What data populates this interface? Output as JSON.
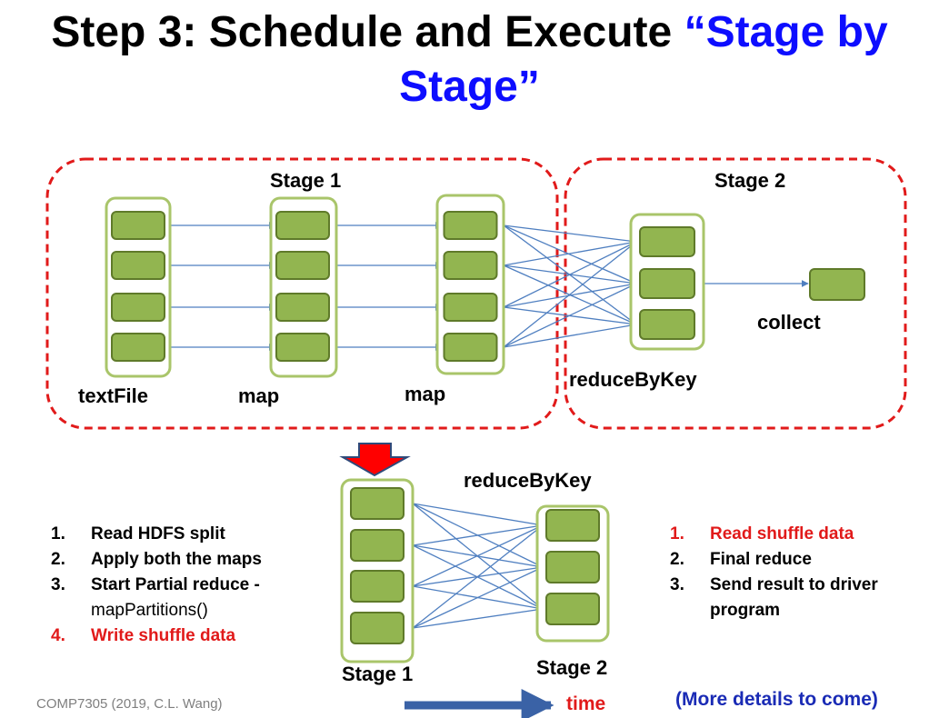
{
  "title": {
    "part1": "Step 3: Schedule and Execute ",
    "highlight": "“Stage by Stage”"
  },
  "top_diagram": {
    "stage1_label": "Stage 1",
    "stage2_label": "Stage 2",
    "col_labels": [
      "textFile",
      "map",
      "map"
    ],
    "reduce_label": "reduceByKey",
    "collect_label": "collect"
  },
  "bottom_diagram": {
    "reduce_label": "reduceByKey",
    "stage1_label": "Stage 1",
    "stage2_label": "Stage 2"
  },
  "left_list": [
    {
      "num": "1.",
      "text": "Read HDFS split",
      "sub": "",
      "color": "#000000"
    },
    {
      "num": "2.",
      "text": "Apply both the maps",
      "sub": "",
      "color": "#000000"
    },
    {
      "num": "3.",
      "text": "Start Partial reduce -",
      "sub": "mapPartitions()",
      "color": "#000000"
    },
    {
      "num": "4.",
      "text": "Write shuffle data",
      "sub": "",
      "color": "#e11a1a"
    }
  ],
  "right_list": [
    {
      "num": "1.",
      "text": "Read shuffle data",
      "color": "#e11a1a"
    },
    {
      "num": "2.",
      "text": "Final reduce",
      "color": "#000000"
    },
    {
      "num": "3.",
      "text": "Send result to driver program",
      "color": "#000000"
    }
  ],
  "footer": {
    "left": "COMP7305 (2019, C.L. Wang)",
    "time": "time",
    "more": "(More details to come)"
  },
  "colors": {
    "partition_fill": "#92b550",
    "partition_stroke": "#5f7a2a",
    "container_stroke": "#a9c56a",
    "arrow": "#4f7fc0",
    "stage_border": "#e11a1a",
    "time_arrow": "#3a62a6"
  }
}
